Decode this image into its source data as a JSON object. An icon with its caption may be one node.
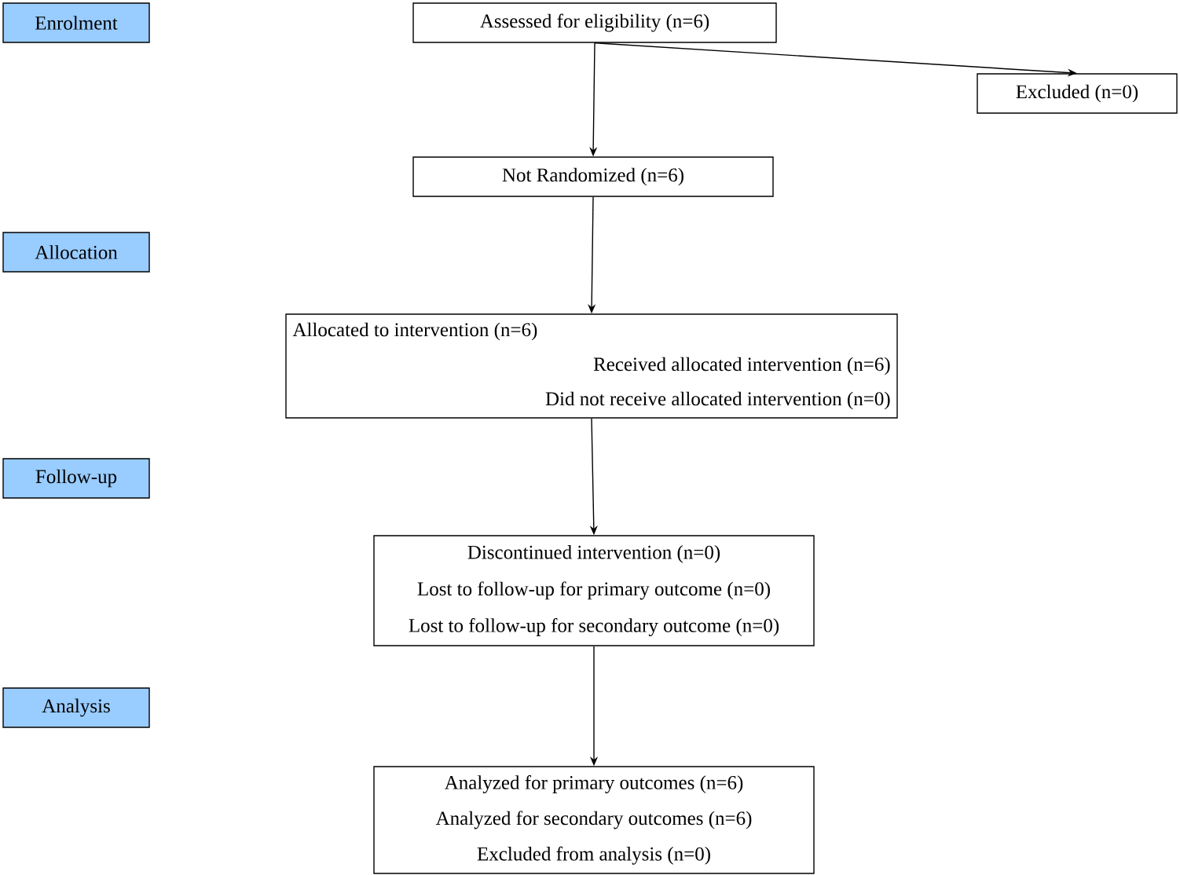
{
  "diagram": {
    "nodes": [
      {
        "text": [
          "Enrolment"
        ]
      },
      {
        "text": [
          "Assessed for eligibility (n=6)"
        ]
      },
      {
        "text": [
          "Excluded (n=0)"
        ]
      },
      {
        "text": [
          "Not Randomized (n=6)"
        ]
      },
      {
        "text": [
          "Allocation"
        ]
      },
      {
        "text": [
          "Allocated to intervention (n=6)",
          "Received allocated intervention (n=6)",
          "Did not receive allocated intervention (n=0)"
        ]
      },
      {
        "text": [
          "Follow-up"
        ]
      },
      {
        "text": [
          "Discontinued intervention (n=0)",
          "Lost to follow-up for primary outcome (n=0)",
          "Lost to follow-up for secondary outcome (n=0)"
        ]
      },
      {
        "text": [
          "Analysis"
        ]
      },
      {
        "text": [
          "Analyzed for primary outcomes (n=6)",
          "Analyzed for secondary outcomes (n=6)",
          "Excluded from analysis (n=0)"
        ]
      }
    ],
    "edges": [
      {
        "from": 1,
        "to": 3,
        "arrow": "to"
      },
      {
        "from": 1,
        "to": 2,
        "arrow": "to"
      },
      {
        "from": 3,
        "to": 5,
        "arrow": "to"
      },
      {
        "from": 5,
        "to": 7,
        "arrow": "to"
      },
      {
        "from": 7,
        "to": 9,
        "arrow": "to"
      }
    ]
  }
}
